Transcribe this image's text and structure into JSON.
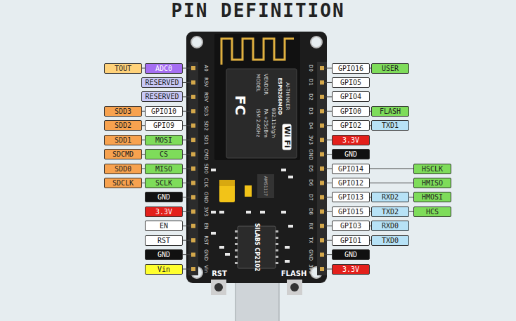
{
  "diagram": {
    "title": "PIN DEFINITION",
    "nodes": [
      {
        "text": [
          "TOUT"
        ]
      },
      {
        "text": [
          "ADC0"
        ]
      },
      {
        "text": [
          "RESERVED"
        ]
      },
      {
        "text": [
          "RESERVED"
        ]
      },
      {
        "text": [
          "SDD3"
        ]
      },
      {
        "text": [
          "GPIO10"
        ]
      },
      {
        "text": [
          "SDD2"
        ]
      },
      {
        "text": [
          "GPIO9"
        ]
      },
      {
        "text": [
          "SDD1"
        ]
      },
      {
        "text": [
          "MOSI"
        ]
      },
      {
        "text": [
          "SDCMD"
        ]
      },
      {
        "text": [
          "CS"
        ]
      },
      {
        "text": [
          "SDD0"
        ]
      },
      {
        "text": [
          "MISO"
        ]
      },
      {
        "text": [
          "SDCLK"
        ]
      },
      {
        "text": [
          "SCLK"
        ]
      },
      {
        "text": [
          "GND"
        ]
      },
      {
        "text": [
          "3.3V"
        ]
      },
      {
        "text": [
          "EN"
        ]
      },
      {
        "text": [
          "RST"
        ]
      },
      {
        "text": [
          "GND"
        ]
      },
      {
        "text": [
          "Vin"
        ]
      },
      {
        "text": [
          "GPIO16"
        ]
      },
      {
        "text": [
          "USER"
        ]
      },
      {
        "text": [
          "GPIO5"
        ]
      },
      {
        "text": [
          "GPIO4"
        ]
      },
      {
        "text": [
          "GPIO0"
        ]
      },
      {
        "text": [
          "FLASH"
        ]
      },
      {
        "text": [
          "GPIO2"
        ]
      },
      {
        "text": [
          "TXD1"
        ]
      },
      {
        "text": [
          "3.3V"
        ]
      },
      {
        "text": [
          "GND"
        ]
      },
      {
        "text": [
          "GPIO14"
        ]
      },
      {
        "text": [
          "HSCLK"
        ]
      },
      {
        "text": [
          "GPIO12"
        ]
      },
      {
        "text": [
          "HMISO"
        ]
      },
      {
        "text": [
          "GPIO13"
        ]
      },
      {
        "text": [
          "RXD2"
        ]
      },
      {
        "text": [
          "HMOSI"
        ]
      },
      {
        "text": [
          "GPIO15"
        ]
      },
      {
        "text": [
          "TXD2"
        ]
      },
      {
        "text": [
          "HCS"
        ]
      },
      {
        "text": [
          "GPIO3"
        ]
      },
      {
        "text": [
          "RXD0"
        ]
      },
      {
        "text": [
          "GPIO1"
        ]
      },
      {
        "text": [
          "TXD0"
        ]
      },
      {
        "text": [
          "GND"
        ]
      },
      {
        "text": [
          "3.3V"
        ]
      }
    ],
    "edges": [
      {
        "from": 0,
        "to": 1,
        "arrow": "none"
      },
      {
        "from": 4,
        "to": 5,
        "arrow": "none"
      },
      {
        "from": 6,
        "to": 7,
        "arrow": "none"
      },
      {
        "from": 8,
        "to": 9,
        "arrow": "none"
      },
      {
        "from": 10,
        "to": 11,
        "arrow": "none"
      },
      {
        "from": 12,
        "to": 13,
        "arrow": "none"
      },
      {
        "from": 14,
        "to": 15,
        "arrow": "none"
      },
      {
        "from": 22,
        "to": 23,
        "arrow": "none"
      },
      {
        "from": 26,
        "to": 27,
        "arrow": "none"
      },
      {
        "from": 28,
        "to": 29,
        "arrow": "none"
      },
      {
        "from": 32,
        "to": 33,
        "arrow": "none"
      },
      {
        "from": 34,
        "to": 35,
        "arrow": "none"
      },
      {
        "from": 36,
        "to": 37,
        "arrow": "none"
      },
      {
        "from": 37,
        "to": 38,
        "arrow": "none"
      },
      {
        "from": 39,
        "to": 40,
        "arrow": "none"
      },
      {
        "from": 40,
        "to": 41,
        "arrow": "none"
      },
      {
        "from": 42,
        "to": 43,
        "arrow": "none"
      },
      {
        "from": 44,
        "to": 45,
        "arrow": "none"
      }
    ],
    "labels": [
      "A0",
      "RSV",
      "RSV",
      "SD3",
      "SD2",
      "SD1",
      "CMD",
      "SD0",
      "CLK",
      "GND",
      "3V3",
      "EN",
      "RST",
      "GND",
      "Vin",
      "D0",
      "D1",
      "D2",
      "D3",
      "D4",
      "3V3",
      "GND",
      "D5",
      "D6",
      "D7",
      "D8",
      "RX",
      "TX",
      "GND",
      "3V3",
      "MODEL",
      "VENDOR",
      "ESP8266MOD",
      "AI-THINKER",
      "ISM 2.4GHz",
      "PA +25dBm",
      "802.11b/g/n",
      "FC",
      "Wi Fi",
      "AMS1117",
      "SILABS CP2102",
      "RST",
      "FLASH"
    ]
  }
}
